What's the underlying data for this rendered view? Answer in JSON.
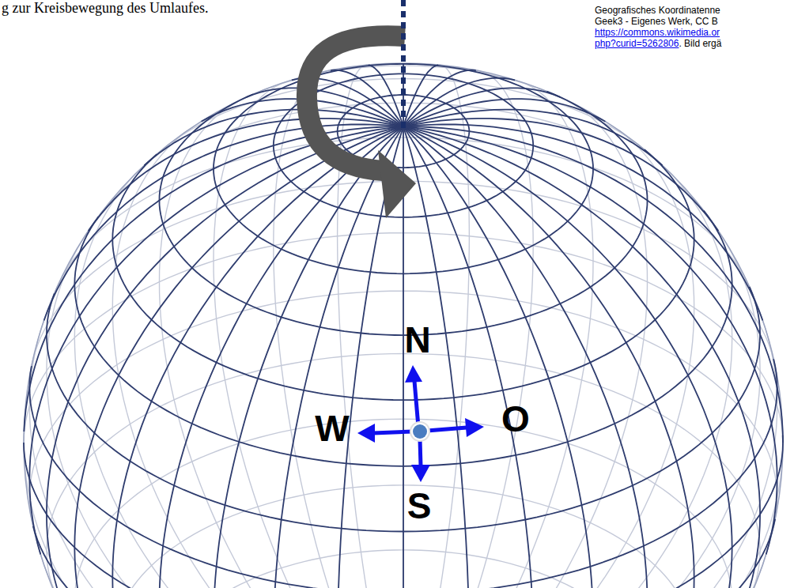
{
  "diagram": {
    "labels": [
      "g zur Kreisbewegung des Umlaufes.",
      "Geografisches Koordinatenne",
      "Geek3 - Eigenes Werk, CC B",
      "https://commons.wikimedia.or",
      "php?curid=5262806",
      ". Bild ergä",
      "N",
      "W",
      "O",
      "S"
    ]
  }
}
